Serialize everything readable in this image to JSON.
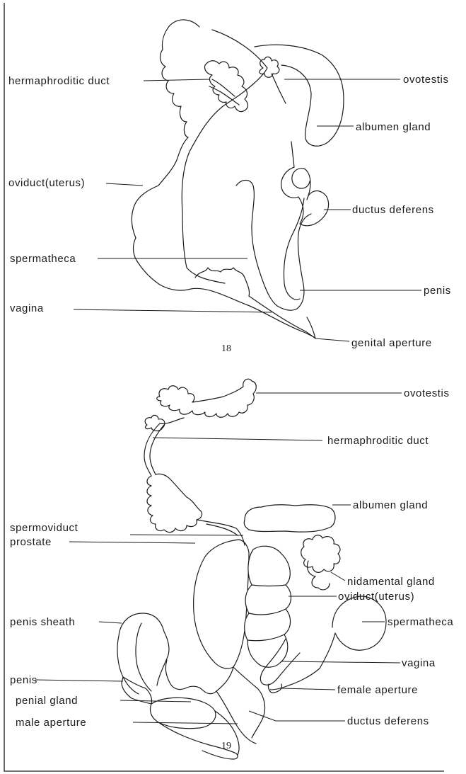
{
  "figures": {
    "fig18": {
      "number": "18",
      "labels": {
        "hermaphroditic_duct": "hermaphroditic duct",
        "ovotestis": "ovotestis",
        "albumen_gland": "albumen gland",
        "oviduct_uterus": "oviduct(uterus)",
        "ductus_deferens": "ductus deferens",
        "spermatheca": "spermatheca",
        "penis": "penis",
        "vagina": "vagina",
        "genital_aperture": "genital aperture"
      }
    },
    "fig19": {
      "number": "19",
      "labels": {
        "ovotestis": "ovotestis",
        "hermaphroditic_duct": "hermaphroditic duct",
        "albumen_gland": "albumen gland",
        "spermoviduct": "spermoviduct",
        "prostate": "prostate",
        "nidamental_gland": "nidamental gland",
        "oviduct_uterus": "oviduct(uterus)",
        "penis_sheath": "penis sheath",
        "spermatheca": "spermatheca",
        "vagina": "vagina",
        "penis": "penis",
        "female_aperture": "female aperture",
        "penial_gland": "penial gland",
        "male_aperture": "male aperture",
        "ductus_deferens": "ductus deferens"
      }
    }
  }
}
